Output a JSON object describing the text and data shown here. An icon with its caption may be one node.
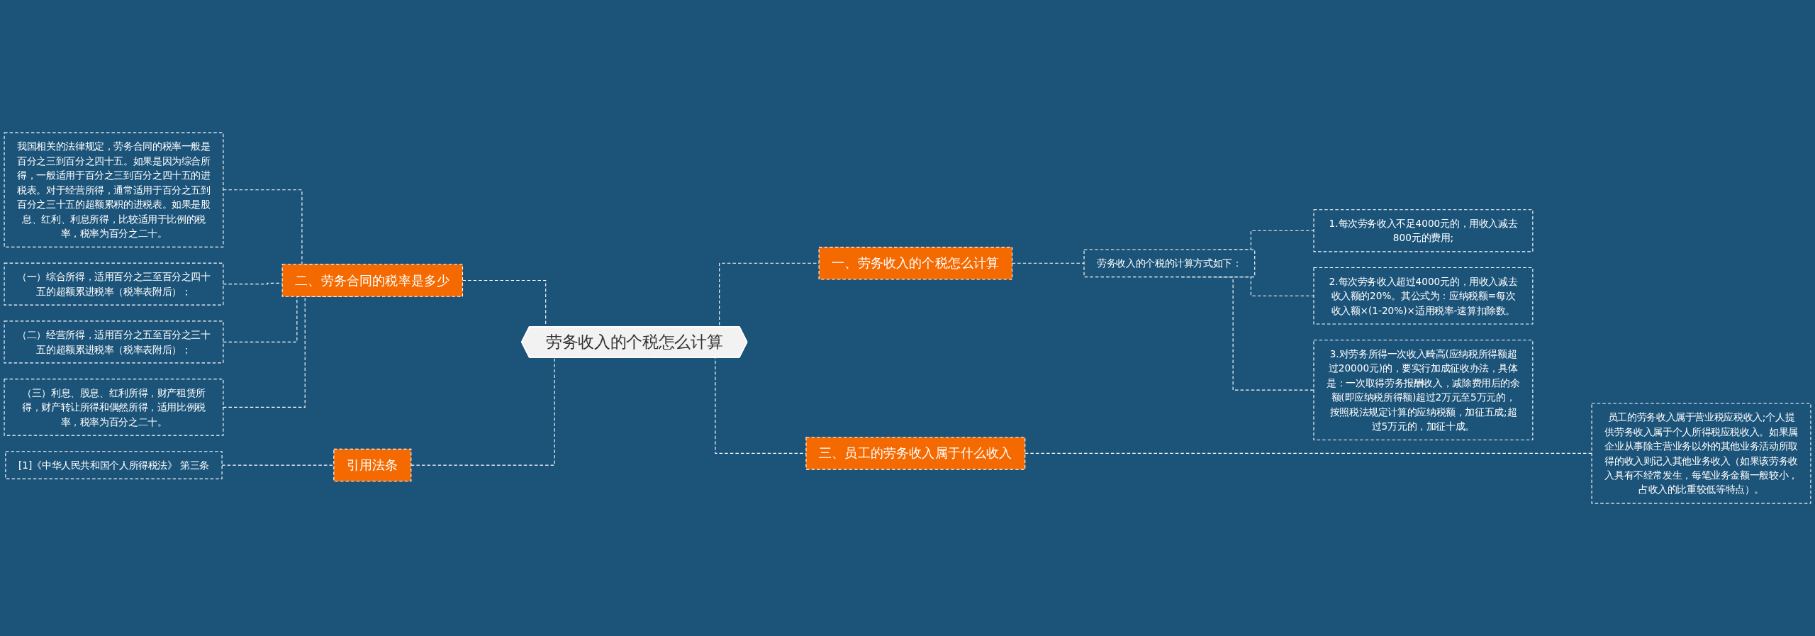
{
  "diagram": {
    "nodes": [
      {
        "text": [
          "劳务收入的个税怎么计算"
        ]
      },
      {
        "text": [
          "一、劳务收入的个税怎么计算"
        ]
      },
      {
        "text": [
          "劳务收入的个税的计算方式如下："
        ]
      },
      {
        "text": [
          "1.每次劳务收入不足4000元的，用收入减去800元的费用;"
        ]
      },
      {
        "text": [
          "2.每次劳务收入超过4000元的，用收入减去收入额的20%。其公式为：应纳税额=每次收入额×(1-20%)×适用税率-速算扣除数。"
        ]
      },
      {
        "text": [
          "3.对劳务所得一次收入畸高(应纳税所得额超过20000元)的，要实行加成征收办法，具体是：一次取得劳务报酬收入，减除费用后的余额(即应纳税所得额)超过2万元至5万元的，按照税法规定计算的应纳税额，加征五成;超过5万元的，加征十成。"
        ]
      },
      {
        "text": [
          "三、员工的劳务收入属于什么收入"
        ]
      },
      {
        "text": [
          "员工的劳务收入属于营业税应税收入;个人提供劳务收入属于个人所得税应税收入。如果属企业从事除主营业务以外的其他业务活动所取得的收入则记入其他业务收入（如果该劳务收入具有不经常发生，每笔业务金额一般较小，占收入的比重较低等特点）。"
        ]
      },
      {
        "text": [
          "二、劳务合同的税率是多少"
        ]
      },
      {
        "text": [
          "我国相关的法律规定，劳务合同的税率一般是百分之三到百分之四十五。如果是因为综合所得，一般适用于百分之三到百分之四十五的进税表。对于经营所得，通常适用于百分之五到百分之三十五的超额累积的进税表。如果是股息、红利、利息所得，比较适用于比例的税率，税率为百分之二十。"
        ]
      },
      {
        "text": [
          "（一）综合所得，适用百分之三至百分之四十五的超额累进税率（税率表附后）；"
        ]
      },
      {
        "text": [
          "（二）经营所得，适用百分之五至百分之三十五的超额累进税率（税率表附后）；"
        ]
      },
      {
        "text": [
          "（三）利息、股息、红利所得，财产租赁所得，财产转让所得和偶然所得，适用比例税率，税率为百分之二十。"
        ]
      },
      {
        "text": [
          "引用法条"
        ]
      },
      {
        "text": [
          "[1]《中华人民共和国个人所得税法》 第三条"
        ]
      }
    ],
    "edges": [
      {
        "from": 0,
        "to": 1,
        "arrow": "none",
        "style": "dashed"
      },
      {
        "from": 1,
        "to": 2,
        "arrow": "none",
        "style": "dashed"
      },
      {
        "from": 2,
        "to": 3,
        "arrow": "none",
        "style": "dashed"
      },
      {
        "from": 2,
        "to": 4,
        "arrow": "none",
        "style": "dashed"
      },
      {
        "from": 2,
        "to": 5,
        "arrow": "none",
        "style": "dashed"
      },
      {
        "from": 0,
        "to": 6,
        "arrow": "none",
        "style": "dashed"
      },
      {
        "from": 6,
        "to": 7,
        "arrow": "none",
        "style": "dashed"
      },
      {
        "from": 8,
        "to": 0,
        "arrow": "none",
        "style": "dashed"
      },
      {
        "from": 9,
        "to": 8,
        "arrow": "none",
        "style": "dashed"
      },
      {
        "from": 10,
        "to": 8,
        "arrow": "none",
        "style": "dashed"
      },
      {
        "from": 11,
        "to": 8,
        "arrow": "none",
        "style": "dashed"
      },
      {
        "from": 12,
        "to": 8,
        "arrow": "none",
        "style": "dashed"
      },
      {
        "from": 13,
        "to": 0,
        "arrow": "none",
        "style": "dashed"
      },
      {
        "from": 14,
        "to": 13,
        "arrow": "none",
        "style": "dashed"
      }
    ]
  }
}
